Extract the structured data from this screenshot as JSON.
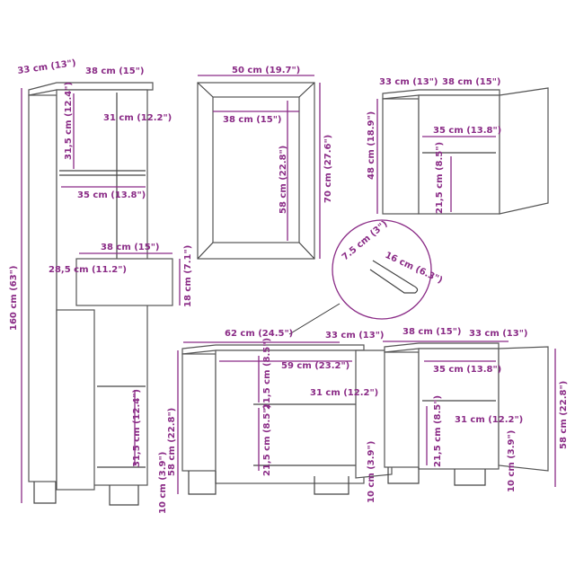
{
  "colors": {
    "dimension": "#8a2b86",
    "outline": "#555555"
  },
  "tall_cabinet": {
    "depth": "33 cm (13\")",
    "width": "38 cm (15\")",
    "shelf_depth": "31 cm (12.2\")",
    "top_compartment_height": "31,5 cm (12.4\")",
    "inner_width": "35 cm (13.8\")",
    "drawer_width": "38 cm (15\")",
    "drawer_depth": "28,5 cm (11.2\")",
    "drawer_height": "18 cm (7.1\")",
    "total_height": "160 cm (63\")",
    "bottom_compartment_height": "31,5 cm (12.4\")",
    "leg_height": "10 cm (3.9\")"
  },
  "mirror": {
    "width": "50 cm (19.7\")",
    "inner_width": "38 cm (15\")",
    "inner_height": "58 cm (22.8\")",
    "height": "70 cm (27.6\")"
  },
  "wall_cabinet": {
    "depth": "33 cm (13\")",
    "width": "38 cm (15\")",
    "height": "48 cm (18.9\")",
    "inner_width": "35 cm (13.8\")",
    "compartment_height": "21,5 cm (8.5\")"
  },
  "detail": {
    "hole_width": "7.5 cm (3\")",
    "hole_length": "16 cm (6.3\")"
  },
  "sink_cabinet": {
    "width": "62 cm (24.5\")",
    "depth": "33 cm (13\")",
    "inner_width": "59 cm (23.2\")",
    "upper_height": "21,5 cm (8.5\")",
    "shelf_depth": "31 cm (12.2\")",
    "lower_height": "21,5 cm (8.5\")",
    "total_height": "58 cm (22.8\")",
    "leg_height": "10 cm (3.9\")"
  },
  "side_cabinet": {
    "width": "38 cm (15\")",
    "depth": "33 cm (13\")",
    "inner_width": "35 cm (13.8\")",
    "shelf_depth": "31 cm (12.2\")",
    "compartment_height": "21,5 cm (8.5\")",
    "leg_height": "10 cm (3.9\")",
    "total_height": "58 cm (22.8\")"
  }
}
